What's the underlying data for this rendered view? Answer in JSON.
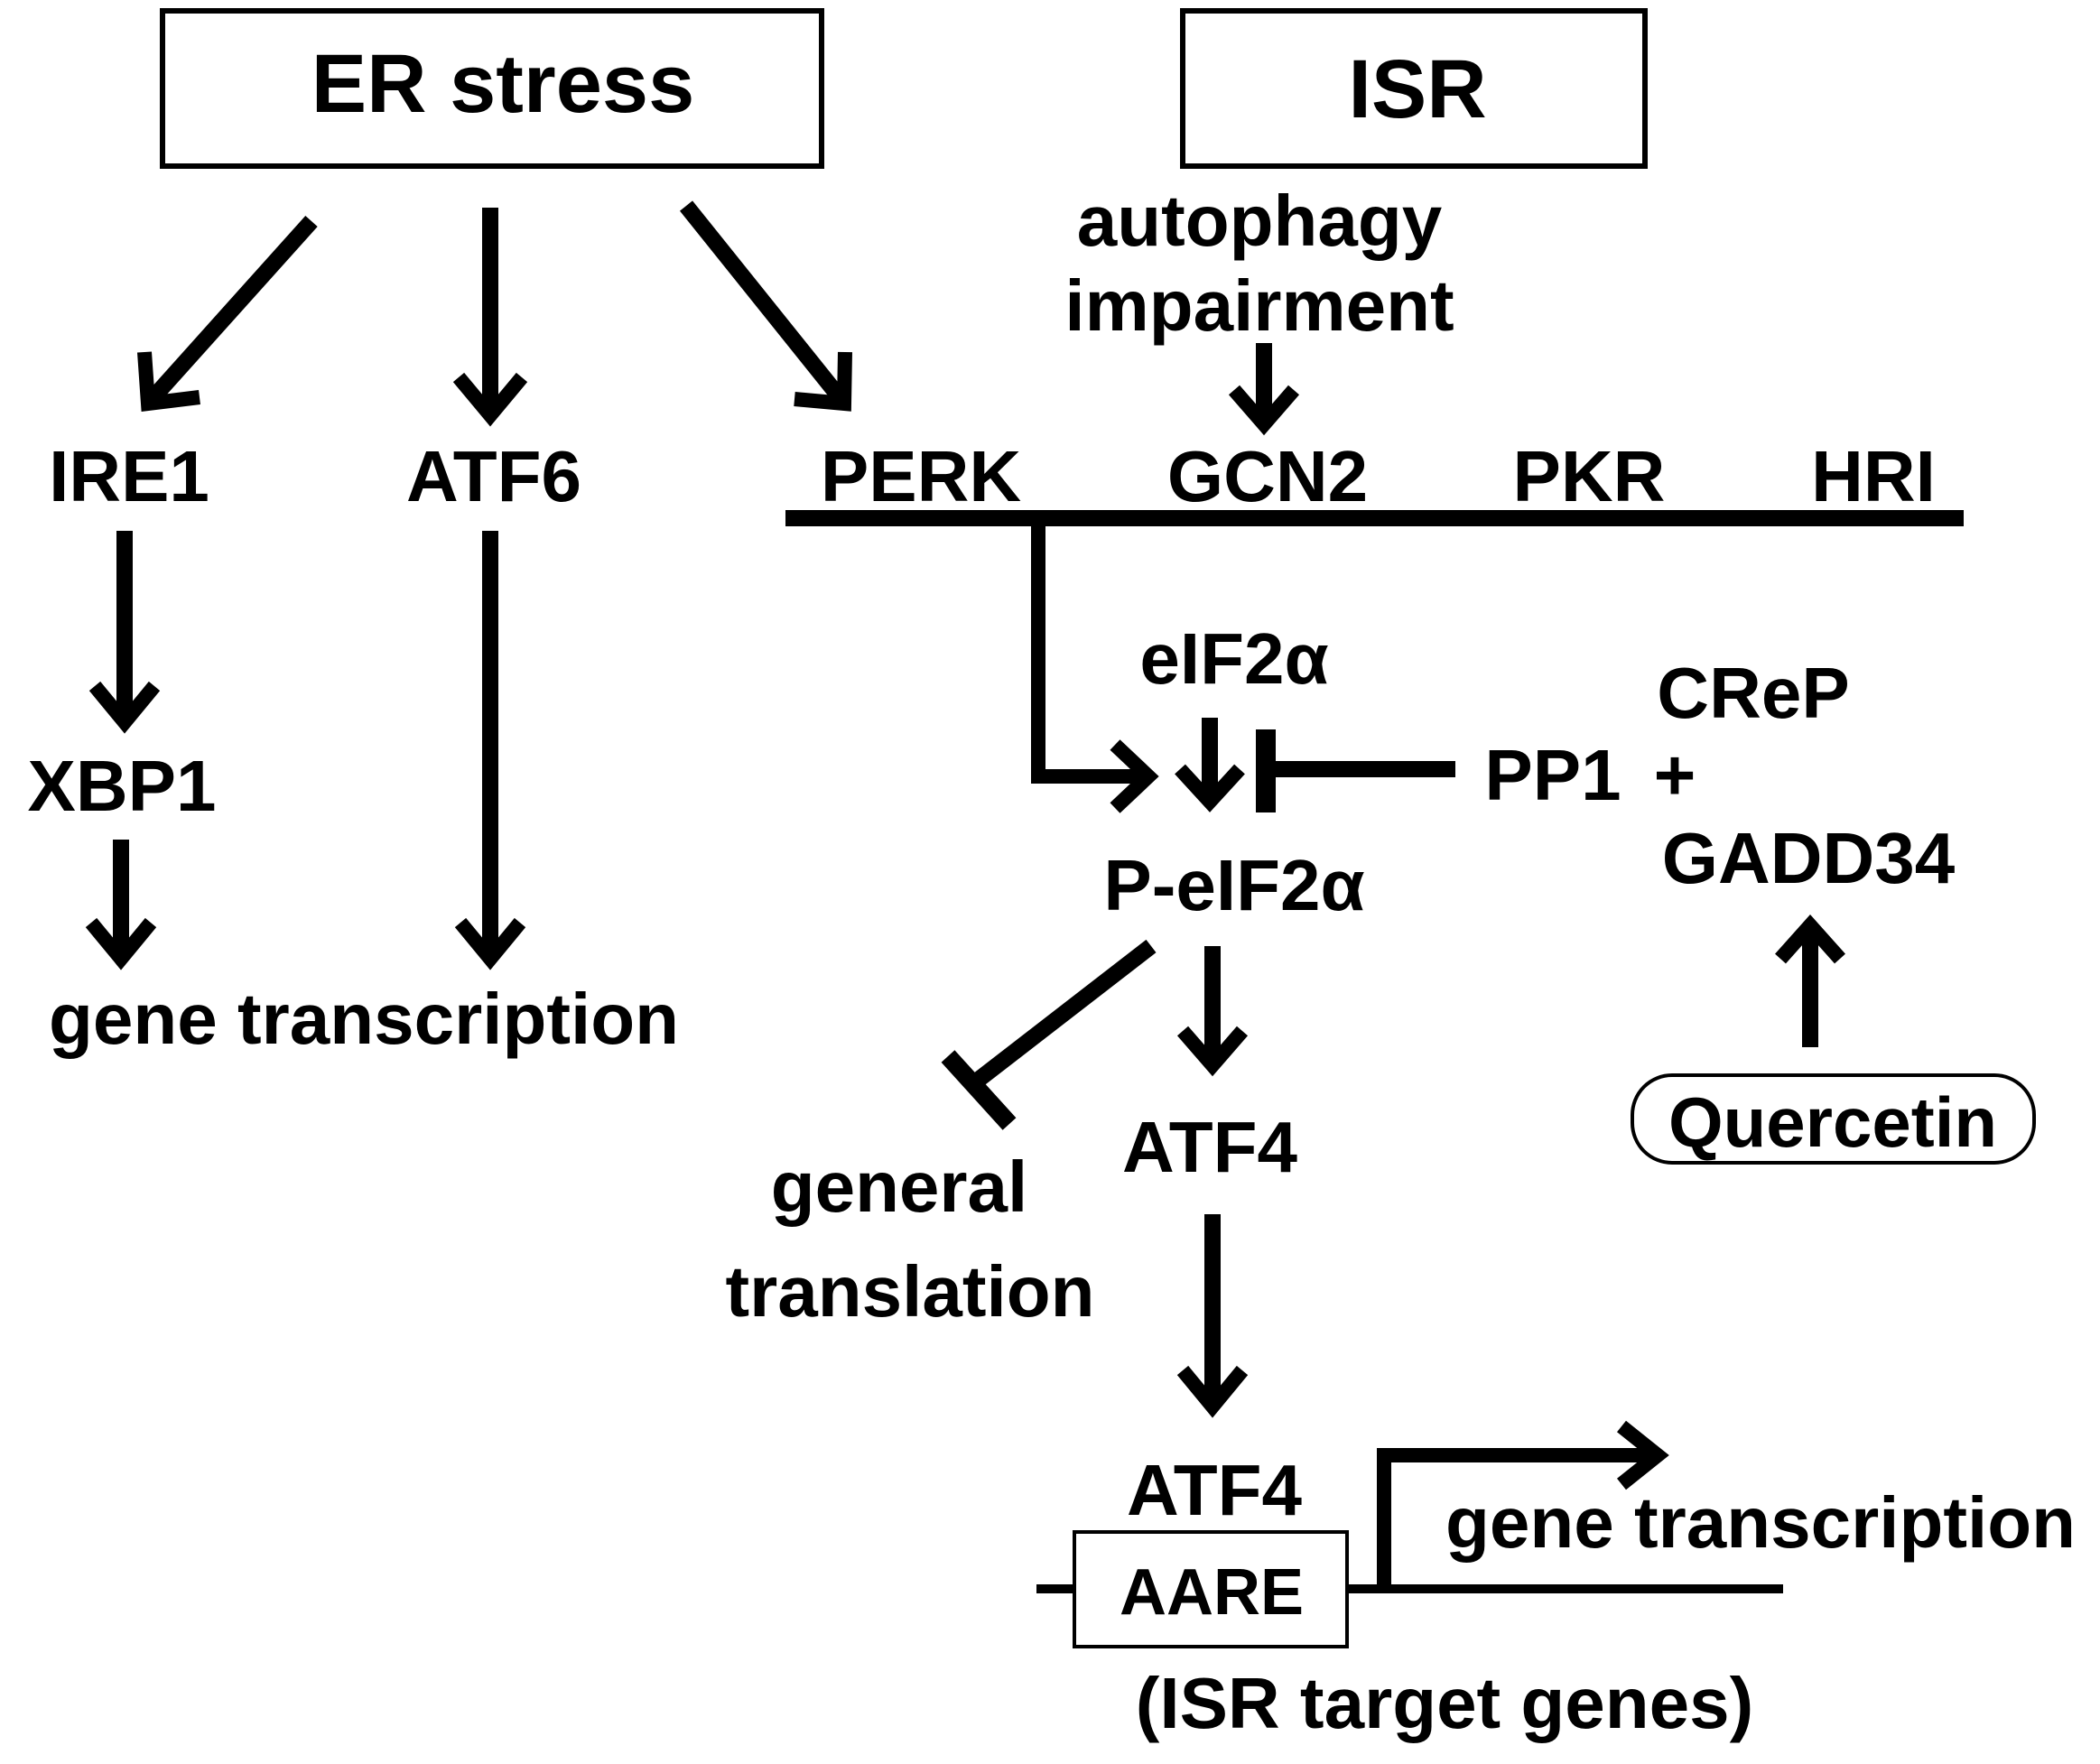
{
  "colors": {
    "ink": "#000000",
    "background": "#ffffff"
  },
  "er_stress": {
    "title": "ER stress",
    "branches": {
      "ire1": "IRE1",
      "xbp1": "XBP1",
      "atf6": "ATF6",
      "gene_transcription": "gene transcription"
    }
  },
  "isr": {
    "title": "ISR",
    "autophagy_line1": "autophagy",
    "autophagy_line2": "impairment",
    "kinases": [
      "PERK",
      "GCN2",
      "PKR",
      "HRI"
    ]
  },
  "eif": {
    "eif2a": "eIF2α",
    "p_eif2a": "P-eIF2α",
    "general_line1": "general",
    "general_line2": "translation",
    "atf4": "ATF4",
    "atf4_bound": "ATF4",
    "aare": "AARE",
    "gene_transcription": "gene transcription",
    "target_genes": "(ISR target genes)"
  },
  "phosphatase": {
    "pp1": "PP1",
    "crep": "CReP",
    "plus": "+",
    "gadd34": "GADD34",
    "quercetin": "Quercetin"
  }
}
